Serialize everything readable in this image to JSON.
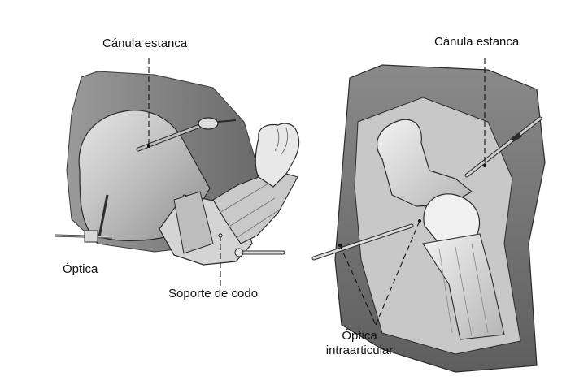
{
  "labels": {
    "canula_left": "Cánula estanca",
    "canula_right": "Cánula estanca",
    "optica": "Óptica",
    "soporte": "Soporte de codo",
    "optica_intra_line1": "Óptica",
    "optica_intra_line2": "intraarticular"
  },
  "colors": {
    "background": "#ffffff",
    "shade_dark": "#6f6f6f",
    "shade_mid": "#a9a9a9",
    "shade_light": "#d6d6d6",
    "highlight": "#eeeeee",
    "outline": "#2b2b2b"
  }
}
